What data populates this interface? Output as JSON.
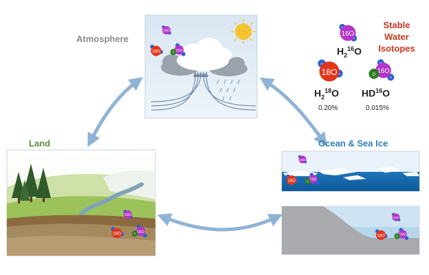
{
  "labels": {
    "atmosphere": "Atmosphere",
    "land": "Land",
    "ocean": "Ocean & Sea Ice"
  },
  "legend": {
    "title_lines": [
      "Stable",
      "Water",
      "Isotopes"
    ],
    "molecules": [
      {
        "formula_base": "H",
        "formula_sub": "2",
        "formula_sup": "16",
        "formula_end": "O",
        "abundance": ""
      },
      {
        "formula_base": "H",
        "formula_sub": "2",
        "formula_sup": "18",
        "formula_end": "O",
        "abundance": "0.20%"
      },
      {
        "formula_base": "HD",
        "formula_sub": "",
        "formula_sup": "16",
        "formula_end": "O",
        "abundance": "0.015%"
      }
    ]
  },
  "atom_labels": {
    "hydrogen": "H",
    "deuterium": "D",
    "oxygen16": "16O",
    "oxygen18": "18O"
  },
  "colors": {
    "hydrogen": "#2f5fd0",
    "oxygen16": "#b534c9",
    "oxygen18": "#e0351c",
    "deuterium": "#2e7d1f",
    "arrow": "#8fb3d4",
    "legend_title": "#c8361f"
  }
}
